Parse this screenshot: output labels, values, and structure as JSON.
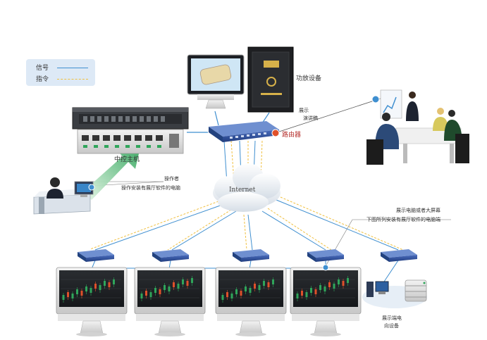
{
  "legend": {
    "signal_label": "信号",
    "command_label": "指令",
    "signal_color": "#3f8fd0",
    "command_color": "#f0c040"
  },
  "labels": {
    "central_control": "中控主机",
    "amplifier": "功放设备",
    "router": "路由器",
    "internet": "Internet",
    "display_top": "展示",
    "display_bottom": "演讲稿",
    "operator_title": "操作者",
    "operator_desc": "操作安装有展厅软件的电脑",
    "screens_title": "展示电脑或者大屏幕",
    "screens_desc": "下图所列安装有展厅软件的电脑端",
    "display_pc_line1": "展示端电",
    "display_pc_line2": "向设备"
  },
  "colors": {
    "router_blue": "#2d4f9c",
    "accent_green": "#2fa55a",
    "accent_red": "#e0502a"
  },
  "icons": [
    "monitor-icon",
    "safe-icon",
    "router-icon",
    "cloud-icon",
    "operator-icon",
    "meeting-icon",
    "server-icon",
    "switch-icon"
  ]
}
